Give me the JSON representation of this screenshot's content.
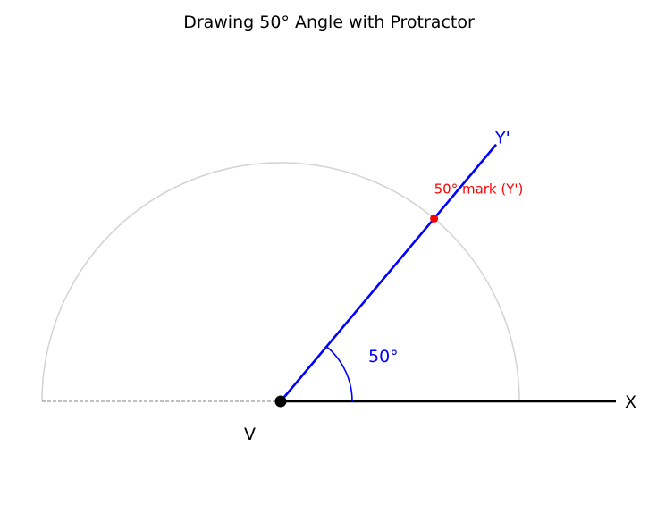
{
  "title": "Drawing 50° Angle with Protractor",
  "angle_degrees": 50,
  "labels": {
    "vertex": "V",
    "base_ray": "X",
    "angle_ray": "Y'",
    "angle_value": "50°",
    "mark": "50° mark (Y')"
  },
  "colors": {
    "protractor": "#d3d3d3",
    "baseline": "#808080",
    "base_ray": "#000000",
    "angle_ray": "#0000ff",
    "mark": "#ff0000",
    "vertex": "#000000"
  }
}
